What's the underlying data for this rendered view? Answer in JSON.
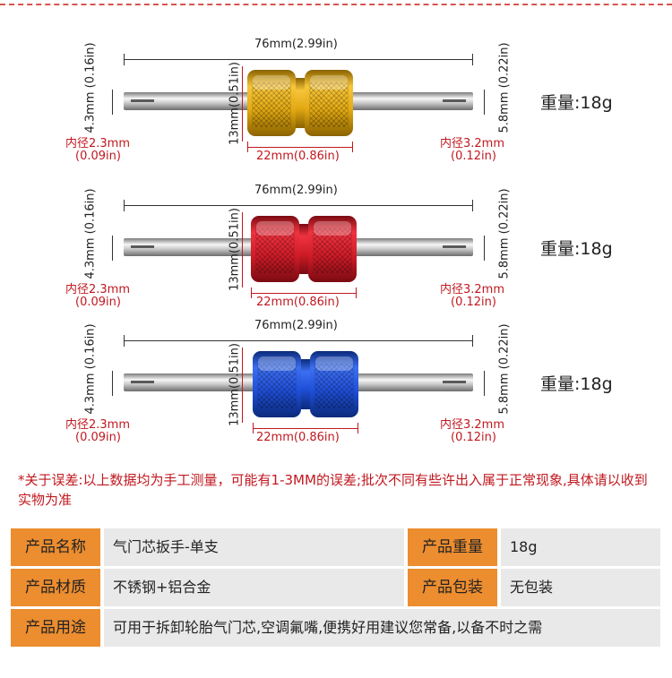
{
  "tools": [
    {
      "color": "#e2a913",
      "length_label": "76mm(2.99in)",
      "left_dia_label": "4.3mm\n(0.16in)",
      "left_dia_line1": "4.3mm",
      "left_dia_line2": "(0.16in)",
      "right_dia_line1": "5.8mm",
      "right_dia_line2": "(0.22in)",
      "knob_height_label": "13mm(0.51in)",
      "knob_width_label": "22mm(0.86in)",
      "inner_left_line1": "内径2.3mm",
      "inner_left_line2": "(0.09in)",
      "inner_right_line1": "内径3.2mm",
      "inner_right_line2": "(0.12in)",
      "weight": "重量:18g"
    },
    {
      "color": "#d01c28",
      "length_label": "76mm(2.99in)",
      "left_dia_line1": "4.3mm",
      "left_dia_line2": "(0.16in)",
      "right_dia_line1": "5.8mm",
      "right_dia_line2": "(0.22in)",
      "knob_height_label": "13mm(0.51in)",
      "knob_width_label": "22mm(0.86in)",
      "inner_left_line1": "内径2.3mm",
      "inner_left_line2": "(0.09in)",
      "inner_right_line1": "内径3.2mm",
      "inner_right_line2": "(0.12in)",
      "weight": "重量:18g"
    },
    {
      "color": "#1f4fd8",
      "length_label": "76mm(2.99in)",
      "left_dia_line1": "4.3mm",
      "left_dia_line2": "(0.16in)",
      "right_dia_line1": "5.8mm",
      "right_dia_line2": "(0.22in)",
      "knob_height_label": "13mm(0.51in)",
      "knob_width_label": "22mm(0.86in)",
      "inner_left_line1": "内径2.3mm",
      "inner_left_line2": "(0.09in)",
      "inner_right_line1": "内径3.2mm",
      "inner_right_line2": "(0.12in)",
      "weight": "重量:18g"
    }
  ],
  "note": "*关于误差:以上数据均为手工测量，可能有1-3MM的误差;批次不同有些许出入属于正常现象,具体请以收到实物为准",
  "specs": {
    "name_label": "产品名称",
    "name_value": "气门芯扳手-单支",
    "weight_label": "产品重量",
    "weight_value": "18g",
    "material_label": "产品材质",
    "material_value": "不锈钢+铝合金",
    "package_label": "产品包装",
    "package_value": "无包装",
    "usage_label": "产品用途",
    "usage_value": "可用于拆卸轮胎气门芯,空调氟嘴,便携好用建议您常备,以备不时之需"
  }
}
